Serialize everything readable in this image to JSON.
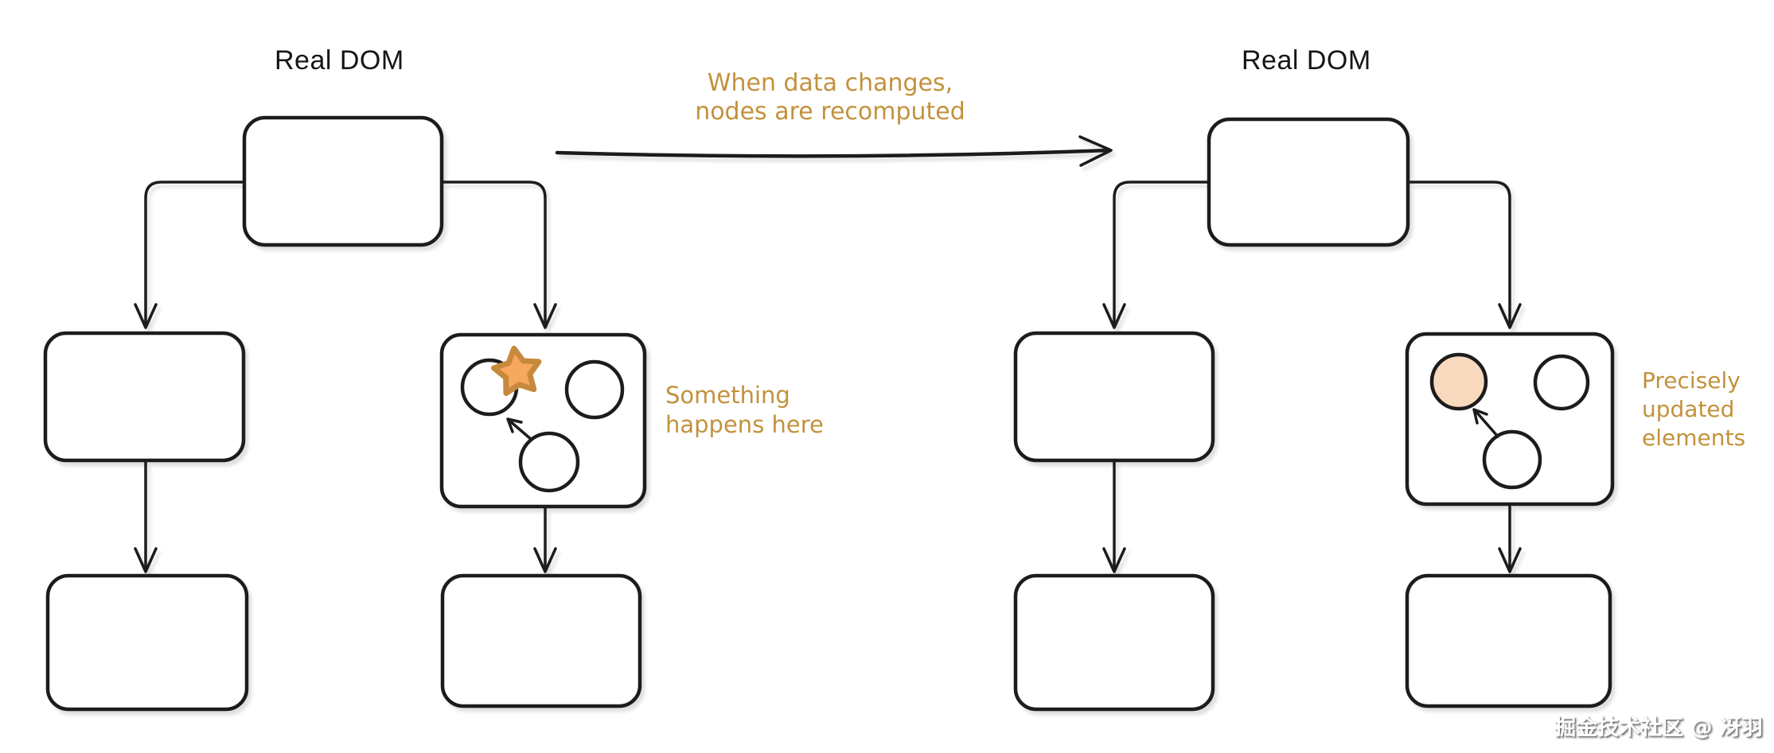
{
  "colors": {
    "background": "#ffffff",
    "stroke": "#1c1c1c",
    "annotation": "#c2923c",
    "star_fill": "#f6a85e",
    "star_stroke": "#c7893c",
    "updated_fill": "#f8d9bd",
    "watermark_color": "#ffffff"
  },
  "left_tree": {
    "title": "Real DOM",
    "annotation_line1": "Something",
    "annotation_line2": "happens here"
  },
  "transition": {
    "caption_line1": "When data changes,",
    "caption_line2": "nodes are recomputed"
  },
  "right_tree": {
    "title": "Real DOM",
    "annotation_line1": "Precisely",
    "annotation_line2": "updated",
    "annotation_line3": "elements"
  },
  "watermark": "掘金技术社区 @ 冴羽"
}
